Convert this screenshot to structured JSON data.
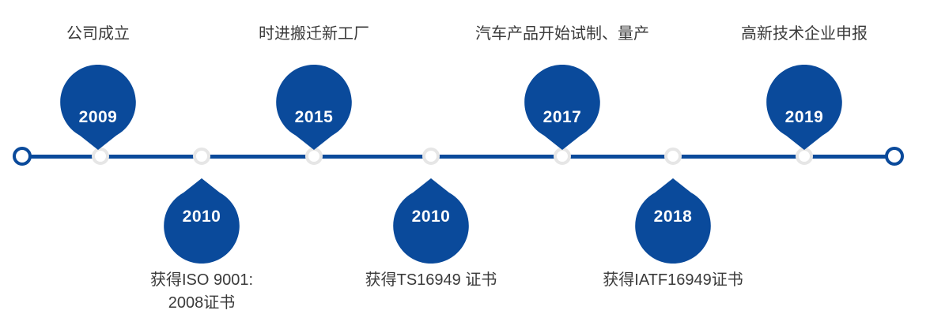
{
  "diagram": {
    "type": "company-history-timeline",
    "orientation": "horizontal",
    "colors": {
      "accent_blue": "#0A4A9B",
      "node_gray": "#E6E6E6",
      "label_text": "#3A3A3A",
      "pin_text": "#FFFFFF",
      "background": "#FFFFFF"
    },
    "axis": {
      "start_node": "endpoint-circle-left",
      "end_node": "endpoint-circle-right",
      "mid_node_count": 7
    },
    "milestones": [
      {
        "year": "2009",
        "side": "above",
        "label_lines": [
          "公司成立"
        ],
        "pin_name": "pin-2009"
      },
      {
        "year": "2010",
        "side": "below",
        "label_lines": [
          "获得ISO 9001:",
          "2008证书"
        ],
        "pin_name": "pin-2010-iso"
      },
      {
        "year": "2015",
        "side": "above",
        "label_lines": [
          "时进搬迁新工厂"
        ],
        "pin_name": "pin-2015"
      },
      {
        "year": "2010",
        "side": "below",
        "label_lines": [
          "获得TS16949 证书"
        ],
        "pin_name": "pin-2010-ts"
      },
      {
        "year": "2017",
        "side": "above",
        "label_lines": [
          "汽车产品开始试制、量产"
        ],
        "pin_name": "pin-2017"
      },
      {
        "year": "2018",
        "side": "below",
        "label_lines": [
          "获得IATF16949证书"
        ],
        "pin_name": "pin-2018"
      },
      {
        "year": "2019",
        "side": "above",
        "label_lines": [
          "高新技术企业申报"
        ],
        "pin_name": "pin-2019"
      }
    ]
  }
}
